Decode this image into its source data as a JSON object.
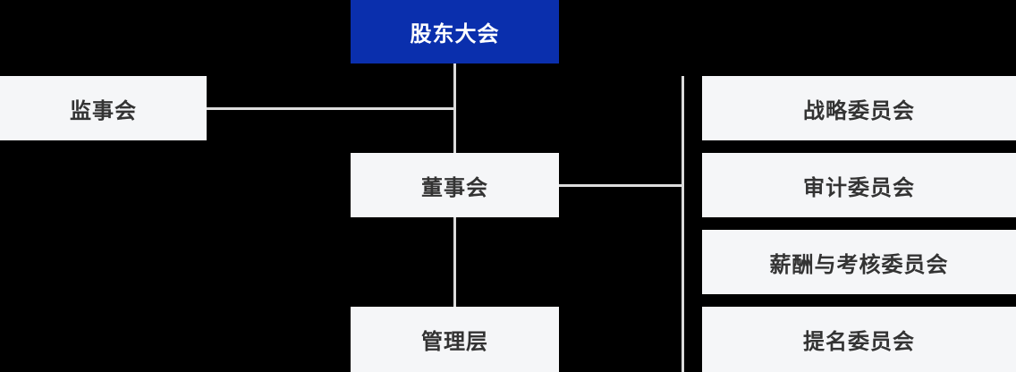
{
  "diagram": {
    "type": "org-chart",
    "title": "corporate governance structure",
    "nodes": {
      "shareholders_meeting": {
        "label": "股东大会",
        "level": 1,
        "style": "primary"
      },
      "supervisory_board": {
        "label": "监事会",
        "level": 2
      },
      "board_of_directors": {
        "label": "董事会",
        "level": 2
      },
      "management": {
        "label": "管理层",
        "level": 3
      },
      "committees": [
        {
          "label": "战略委员会"
        },
        {
          "label": "审计委员会"
        },
        {
          "label": "薪酬与考核委员会"
        },
        {
          "label": "提名委员会"
        }
      ]
    },
    "edges": [
      "股东大会 — 董事会",
      "监事会 — 股东大会/董事会 主干线",
      "董事会 — 管理层",
      "董事会 — 委员会主干线",
      "委员会主干线 — 战略委员会/审计委员会/薪酬与考核委员会/提名委员会"
    ],
    "colors": {
      "background": "#000000",
      "primary_node_bg": "#0a2fad",
      "primary_node_text": "#ffffff",
      "node_bg": "#f5f6f8",
      "node_text": "#333333",
      "connector": "#dcdcdc"
    }
  }
}
